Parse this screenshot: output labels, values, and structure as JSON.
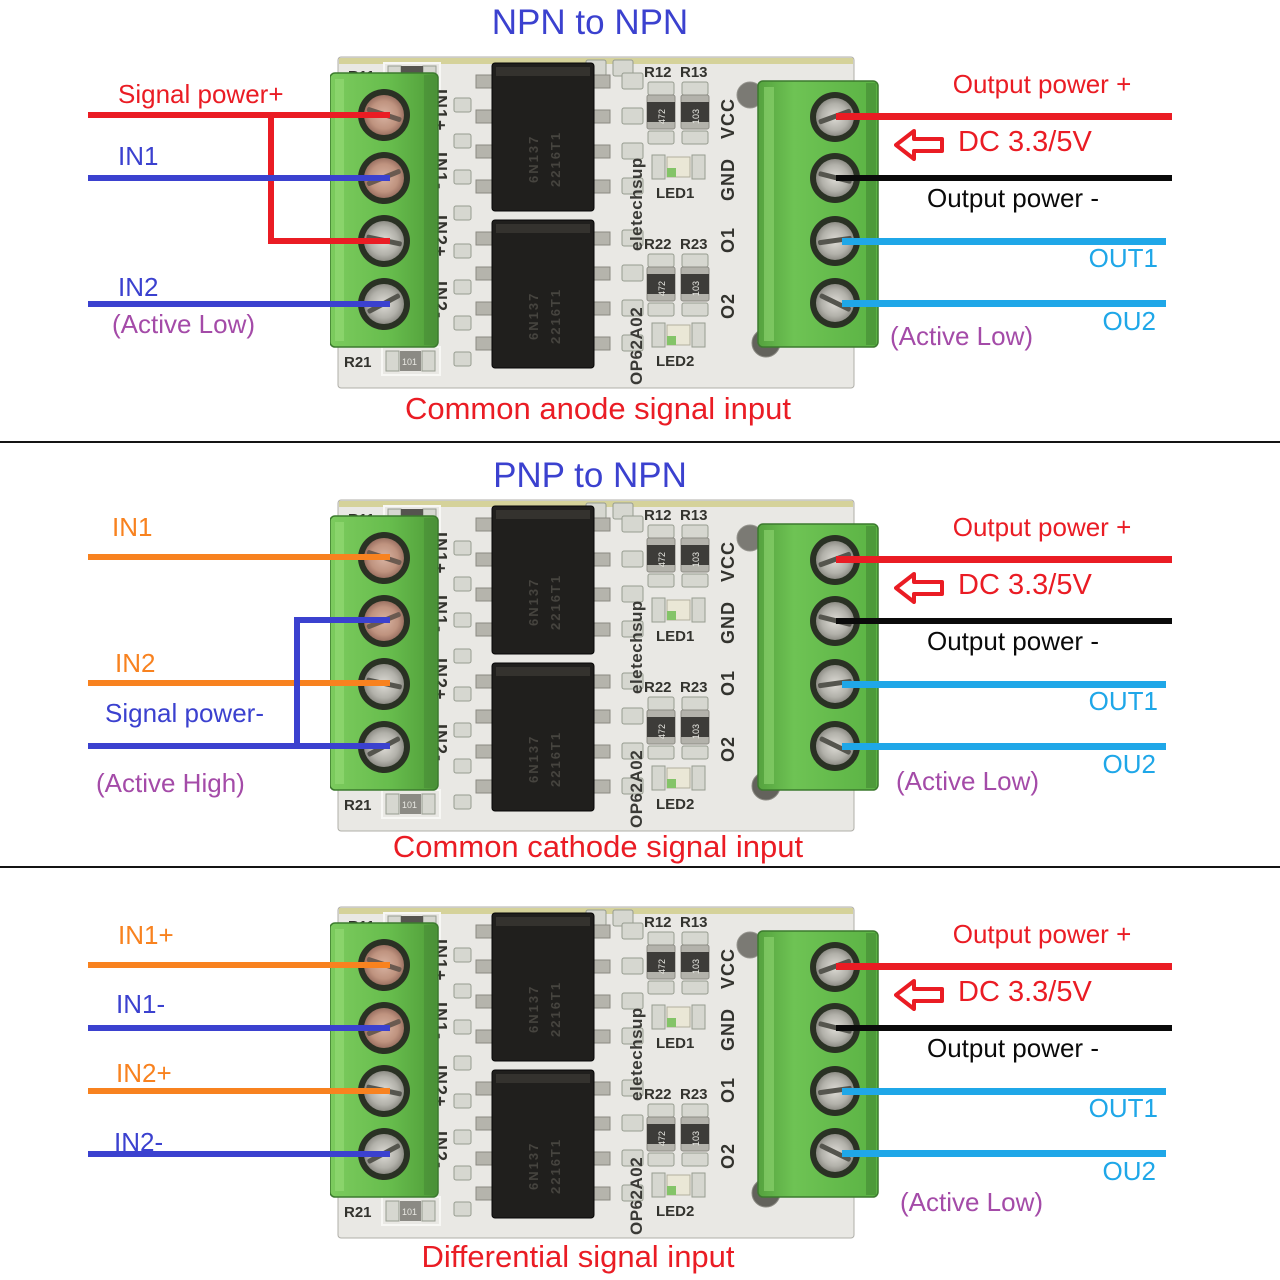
{
  "colors": {
    "red": "#ea1c24",
    "blue": "#3b41cf",
    "orange": "#f8821f",
    "cyan": "#1fa7e8",
    "purple": "#a44ba8",
    "black": "#0a0a0a",
    "terminal_green": "#67bd4d",
    "pcb_white": "#e9e8e4"
  },
  "icons": {
    "dc_arrow": "left-arrow"
  },
  "board": {
    "silkscreen": {
      "r11": "R11",
      "r12": "R12",
      "r13": "R13",
      "r21": "R21",
      "r22": "R22",
      "r23": "R23",
      "led1": "LED1",
      "led2": "LED2",
      "brand": "eletechsup",
      "model": "OP62A02",
      "pin_in1p": "IN1+",
      "pin_in1m": "IN1-",
      "pin_in2p": "IN2+",
      "pin_in2m": "IN2-",
      "pin_vcc": "VCC",
      "pin_gnd": "GND",
      "pin_o1": "O1",
      "pin_o2": "O2"
    },
    "chip_line1": "6N137",
    "chip_line2": "2216T1",
    "resistor_codes": {
      "r12": "472",
      "r13": "103",
      "r22": "472",
      "r23": "103",
      "r21": "101"
    }
  },
  "output_side": {
    "power_plus": "Output power +",
    "dc_voltage": "DC 3.3/5V",
    "power_minus": "Output power -",
    "out1": "OUT1",
    "out2": "OU2",
    "active_low": "(Active Low)"
  },
  "sections": [
    {
      "title": "NPN to NPN",
      "caption": "Common anode signal input",
      "inputs": [
        "Signal power+",
        "IN1",
        "IN2",
        "(Active Low)"
      ]
    },
    {
      "title": "PNP to NPN",
      "caption": "Common cathode signal input",
      "inputs": [
        "IN1",
        "IN2",
        "Signal power-",
        "(Active High)"
      ]
    },
    {
      "caption": "Differential signal input",
      "inputs": [
        "IN1+",
        "IN1-",
        "IN2+",
        "IN2-"
      ]
    }
  ]
}
